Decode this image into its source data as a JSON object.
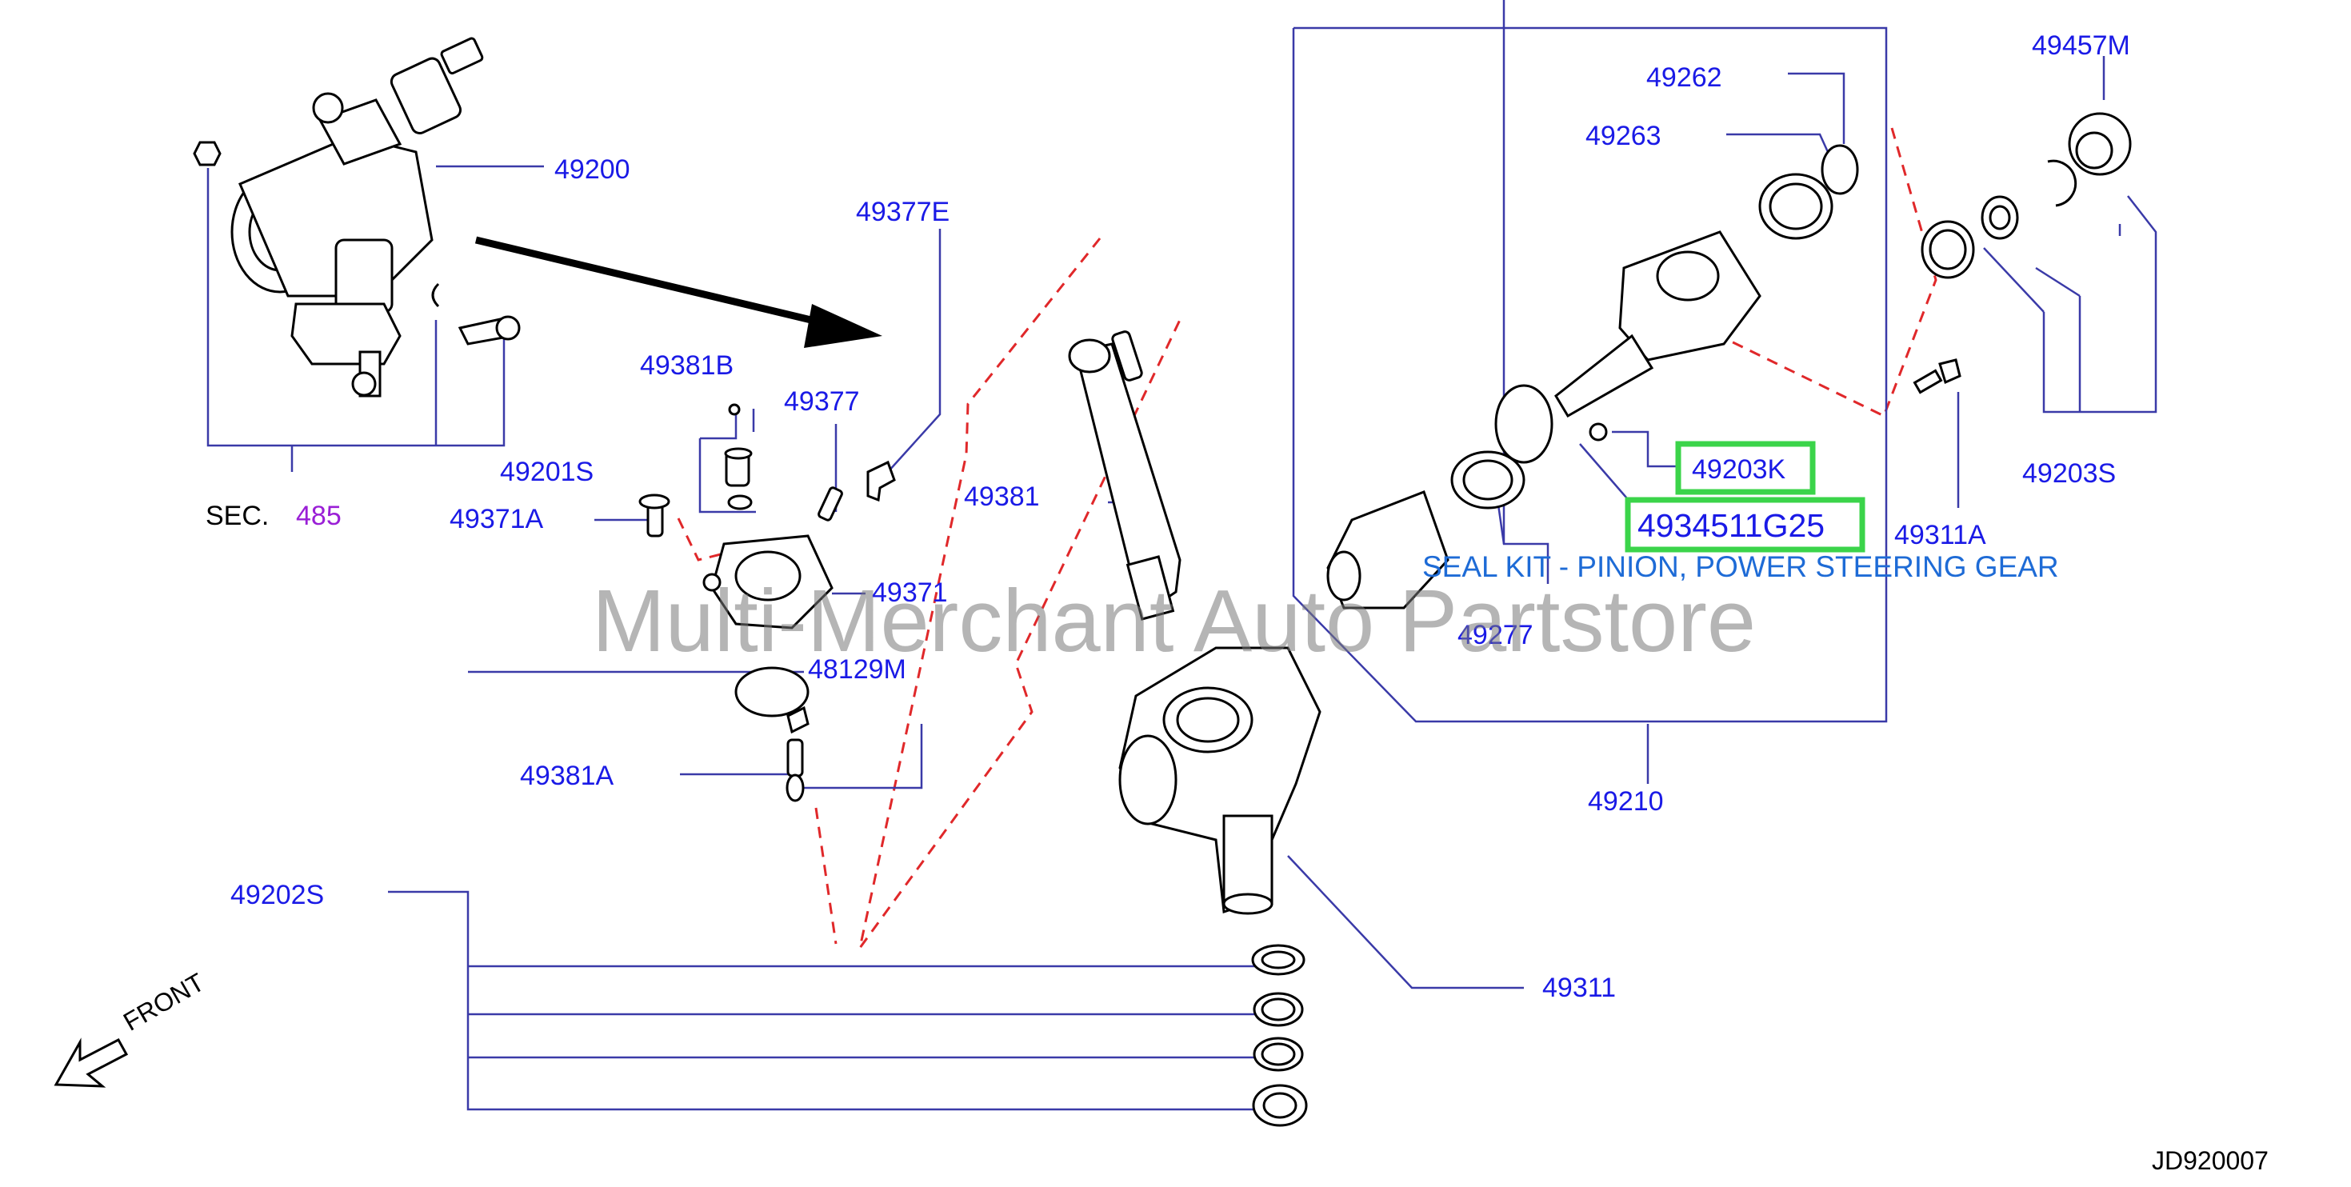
{
  "labels": {
    "p49200": "49200",
    "p49377E": "49377E",
    "p49381B": "49381B",
    "p49377": "49377",
    "p49201S": "49201S",
    "p49381": "49381",
    "sec_prefix": "SEC.",
    "sec_number": "485",
    "p49371A": "49371A",
    "p49371": "49371",
    "p48129M": "48129M",
    "p49381A": "49381A",
    "p49202S": "49202S",
    "p49311": "49311",
    "p49262": "49262",
    "p49263": "49263",
    "p49457M": "49457M",
    "p49203K": "49203K",
    "p49345": "4934511G25",
    "p49311A": "49311A",
    "p49203S": "49203S",
    "p49277": "49277",
    "p49210": "49210",
    "front": "FRONT",
    "code": "JD920007"
  },
  "description": "SEAL KIT - PINION, POWER STEERING GEAR",
  "watermark": "Multi-Merchant Auto Partstore",
  "colors": {
    "label_blue": "#1a1ae6",
    "highlight_green": "#3bd44a",
    "description_blue": "#1e6bd6",
    "sec_purple": "#9a1fd6",
    "dashed_red": "#e0282a"
  }
}
